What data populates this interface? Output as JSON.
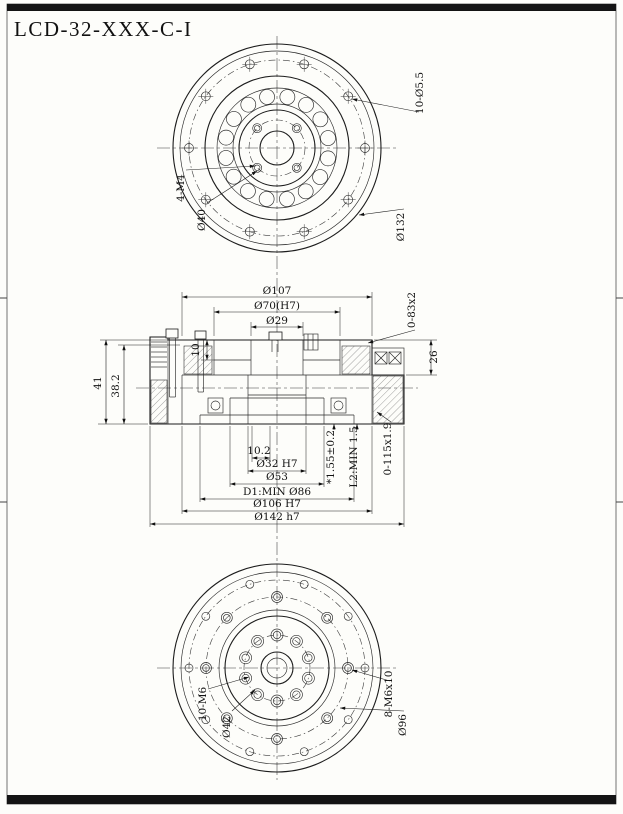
{
  "page": {
    "title": "LCD-32-XXX-C-I"
  },
  "colors": {
    "ink": "#111111",
    "paper": "#fdfdfa"
  },
  "top_view": {
    "labels": {
      "holes": "10-Ø5.5",
      "outer_pcd": "Ø132",
      "tap_holes": "4-M4",
      "tap_pcd": "Ø40"
    }
  },
  "section_view": {
    "top_dims": {
      "d107": "Ø107",
      "d70": "Ø70(H7)",
      "d29": "Ø29"
    },
    "left_dims": {
      "h41": "41",
      "h382": "38.2",
      "h10": "10"
    },
    "right_dims": {
      "h26": "26",
      "oring_top": "0-83x2",
      "oring_bottom": "0-115x1.9"
    },
    "bottom_dims": {
      "w102": "10.2",
      "d32": "Ø32 H7",
      "d53": "Ø53",
      "t155": "*1.55±0.2",
      "l2": "L2:MIN 1.5",
      "d86": "D1:MIN Ø86",
      "d106": "Ø106 H7",
      "d142": "Ø142 h7"
    }
  },
  "bottom_view": {
    "labels": {
      "tap_holes_inner": "10-M6",
      "inner_pcd": "Ø42",
      "tap_holes_outer": "8-M6x10",
      "outer_pcd": "Ø96"
    }
  }
}
